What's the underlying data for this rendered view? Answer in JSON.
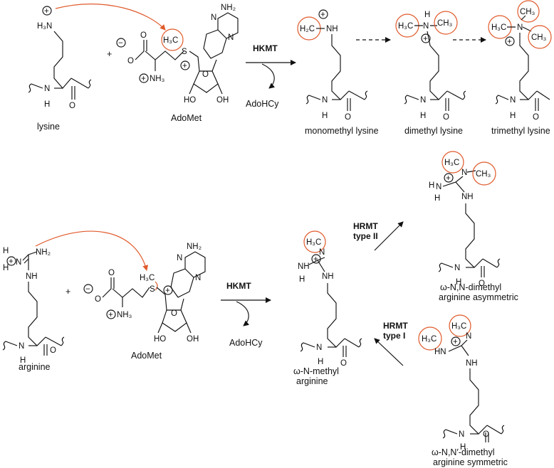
{
  "colors": {
    "highlight": "#e05a2b",
    "ink": "#111111",
    "background": "#ffffff"
  },
  "labels": {
    "lysine": "lysine",
    "arginine": "arginine",
    "adomet": "AdoMet",
    "adohcy": "AdoHCy",
    "hkmt": "HKMT",
    "monomethyl_lysine": "monomethyl lysine",
    "dimethyl_lysine": "dimethyl lysine",
    "trimethyl_lysine": "trimethyl lysine",
    "hrmt_type2_line1": "HRMT",
    "hrmt_type2_line2": "type II",
    "hrmt_type1_line1": "HRMT",
    "hrmt_type1_line2": "type I",
    "omega_methyl_line1": "ω-N-methyl",
    "omega_methyl_line2": "arginine",
    "asym_line1": "ω-N,N-dimethyl",
    "asym_line2": "arginine asymmetric",
    "sym_line1": "ω-N,N′-dimethyl",
    "sym_line2": "arginine symmetric",
    "plus": "+"
  },
  "atoms": {
    "h3n": "H₃N",
    "nh": "N",
    "h": "H",
    "o": "O",
    "nh3": "NH₃",
    "nh2": "NH₂",
    "h3c": "H₃C",
    "h2c": "H₂C",
    "ch3": "CH₃",
    "s": "S",
    "n": "N",
    "ho": "HO",
    "oh": "OH",
    "nhx": "NH",
    "hn": "HN",
    "plus": "+",
    "minus": "−"
  }
}
